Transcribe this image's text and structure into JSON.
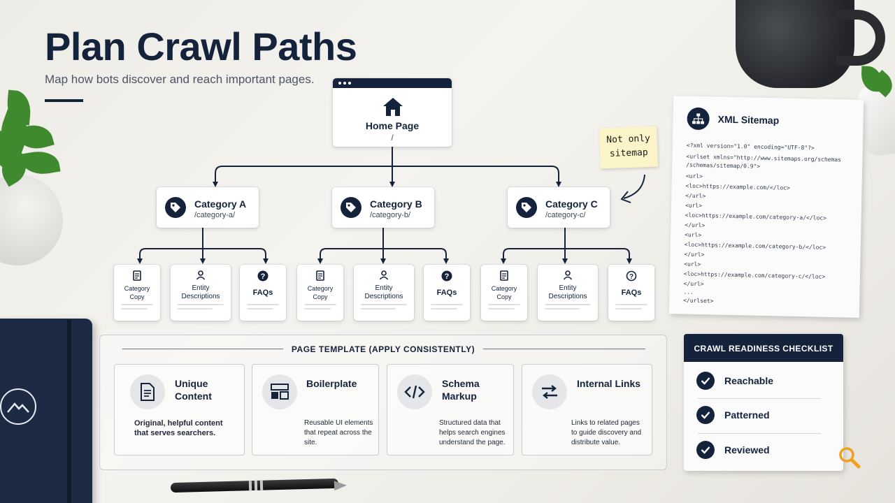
{
  "header": {
    "title": "Plan Crawl Paths",
    "subtitle": "Map how bots discover and reach important pages."
  },
  "tree": {
    "home": {
      "label": "Home Page",
      "path": "/",
      "icon": "home-icon"
    },
    "categories": [
      {
        "name": "Category A",
        "path": "/category-a/",
        "icon": "tag-icon",
        "children": [
          {
            "label": "Category Copy",
            "icon": "document-icon"
          },
          {
            "label": "Entity Descriptions",
            "icon": "person-icon"
          },
          {
            "label": "FAQs",
            "icon": "question-icon"
          }
        ]
      },
      {
        "name": "Category B",
        "path": "/category-b/",
        "icon": "tag-icon",
        "children": [
          {
            "label": "Category Copy",
            "icon": "document-icon"
          },
          {
            "label": "Entity Descriptions",
            "icon": "person-icon"
          },
          {
            "label": "FAQs",
            "icon": "question-icon"
          }
        ]
      },
      {
        "name": "Category C",
        "path": "/category-c/",
        "icon": "tag-icon",
        "children": [
          {
            "label": "Category Copy",
            "icon": "document-icon"
          },
          {
            "label": "Entity Descriptions",
            "icon": "person-icon"
          },
          {
            "label": "FAQs",
            "icon": "question-icon"
          }
        ]
      }
    ]
  },
  "sticky_note": {
    "line1": "Not only",
    "line2": "sitemap"
  },
  "sitemap": {
    "title": "XML Sitemap",
    "icon": "sitemap-icon",
    "lines": [
      "<?xml version=\"1.0\" encoding=\"UTF-8\"?>",
      "<urlset xmlns=\"http://www.sitemaps.org/schemas",
      "/schemas/sitemap/0.9\">",
      "<url>",
      "  <loc>https://example.com/</loc>",
      "</url>",
      "<url>",
      "  <loc>https://example.com/category-a/</loc>",
      "</url>",
      "<url>",
      "  <loc>https://example.com/category-b/</loc>",
      "</url>",
      "<url>",
      "  <loc>https://example.com/category-c/</loc>",
      "</url>",
      "...",
      "</urlset>"
    ]
  },
  "template": {
    "title": "PAGE TEMPLATE (APPLY CONSISTENTLY)",
    "features": [
      {
        "name": "Unique Content",
        "desc": "Original, helpful content that serves searchers.",
        "icon": "document-icon"
      },
      {
        "name": "Boilerplate",
        "desc": "Reusable UI elements that repeat across the site.",
        "icon": "layout-icon"
      },
      {
        "name": "Schema Markup",
        "desc": "Structured data that helps search engines understand the page.",
        "icon": "code-icon"
      },
      {
        "name": "Internal Links",
        "desc": "Links to related pages to guide discovery and distribute value.",
        "icon": "swap-arrows-icon"
      }
    ]
  },
  "checklist": {
    "title": "CRAWL READINESS CHECKLIST",
    "items": [
      {
        "label": "Reachable",
        "checked": true
      },
      {
        "label": "Patterned",
        "checked": true
      },
      {
        "label": "Reviewed",
        "checked": true
      }
    ]
  },
  "colors": {
    "navy": "#14233b",
    "sticky": "#fbf4c8",
    "magnifier": "#f0a020"
  }
}
